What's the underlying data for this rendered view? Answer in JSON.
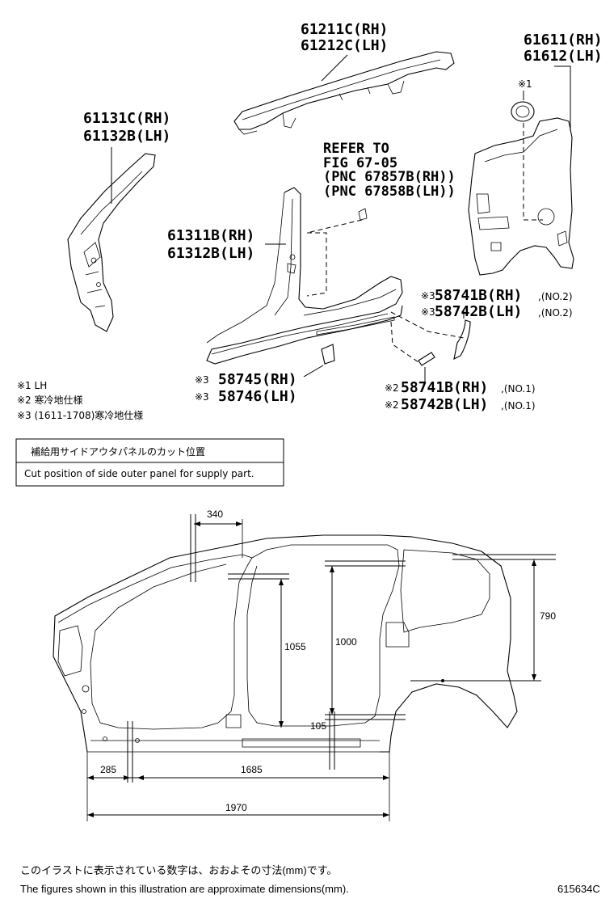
{
  "callouts": {
    "roof_rail": {
      "rh": "61211C(RH)",
      "lh": "61212C(LH)"
    },
    "quarter_panel": {
      "rh": "61611(RH)",
      "lh": "61612(LH)",
      "mark": "※1"
    },
    "front_pillar": {
      "rh": "61131C(RH)",
      "lh": "61132B(LH)"
    },
    "refer": {
      "line1": "REFER TO",
      "line2": "FIG 67-05",
      "line3": "(PNC 67857B(RH))",
      "line4": "(PNC 67858B(LH))"
    },
    "side_outer": {
      "rh": "61311B(RH)",
      "lh": "61312B(LH)"
    },
    "seal_no2": {
      "rh_mark": "※3",
      "rh": "58741B(RH)",
      "rh_suffix": ",(NO.2)",
      "lh_mark": "※3",
      "lh": "58742B(LH)",
      "lh_suffix": ",(NO.2)"
    },
    "seal_front": {
      "rh_mark": "※3",
      "rh": "58745(RH)",
      "lh_mark": "※3",
      "lh": "58746(LH)"
    },
    "seal_no1": {
      "rh_mark": "※2",
      "rh": "58741B(RH)",
      "rh_suffix": ",(NO.1)",
      "lh_mark": "※2",
      "lh": "58742B(LH)",
      "lh_suffix": ",(NO.1)"
    }
  },
  "notes": [
    "※1 LH",
    "※2 寒冷地仕様",
    "※3 (1611-1708)寒冷地仕様"
  ],
  "legend_box": {
    "jp": "補給用サイドアウタパネルのカット位置",
    "en": "Cut position of side outer panel for supply part."
  },
  "dimensions": {
    "d340": "340",
    "d1055": "1055",
    "d1000": "1000",
    "d790": "790",
    "d105": "105",
    "d285": "285",
    "d1685": "1685",
    "d1970": "1970"
  },
  "footer": {
    "jp": "このイラストに表示されている数字は、おおよその寸法(mm)です。",
    "en": "The figures shown in this illustration are approximate dimensions(mm).",
    "code": "615634C"
  }
}
